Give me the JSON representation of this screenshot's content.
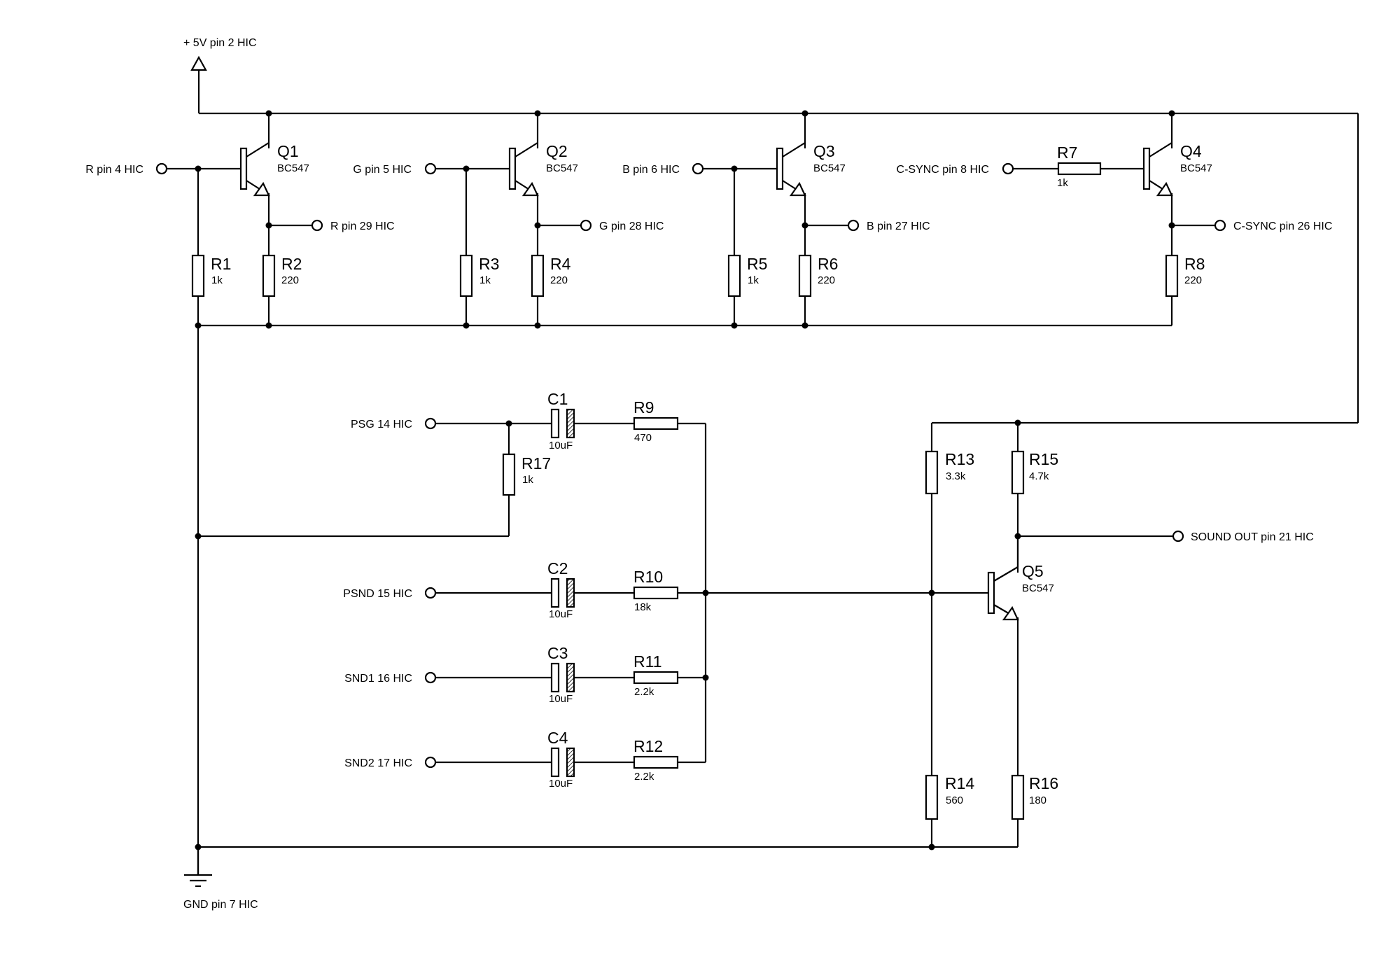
{
  "power": {
    "vcc_label": "+ 5V pin 2 HIC",
    "gnd_label": "GND pin 7 HIC"
  },
  "transistors": [
    {
      "ref": "Q1",
      "value": "BC547"
    },
    {
      "ref": "Q2",
      "value": "BC547"
    },
    {
      "ref": "Q3",
      "value": "BC547"
    },
    {
      "ref": "Q4",
      "value": "BC547"
    },
    {
      "ref": "Q5",
      "value": "BC547"
    }
  ],
  "resistors": [
    {
      "ref": "R1",
      "value": "1k"
    },
    {
      "ref": "R2",
      "value": "220"
    },
    {
      "ref": "R3",
      "value": "1k"
    },
    {
      "ref": "R4",
      "value": "220"
    },
    {
      "ref": "R5",
      "value": "1k"
    },
    {
      "ref": "R6",
      "value": "220"
    },
    {
      "ref": "R7",
      "value": "1k"
    },
    {
      "ref": "R8",
      "value": "220"
    },
    {
      "ref": "R9",
      "value": "470"
    },
    {
      "ref": "R10",
      "value": "18k"
    },
    {
      "ref": "R11",
      "value": "2.2k"
    },
    {
      "ref": "R12",
      "value": "2.2k"
    },
    {
      "ref": "R13",
      "value": "3.3k"
    },
    {
      "ref": "R14",
      "value": "560"
    },
    {
      "ref": "R15",
      "value": "4.7k"
    },
    {
      "ref": "R16",
      "value": "180"
    },
    {
      "ref": "R17",
      "value": "1k"
    }
  ],
  "capacitors": [
    {
      "ref": "C1",
      "value": "10uF"
    },
    {
      "ref": "C2",
      "value": "10uF"
    },
    {
      "ref": "C3",
      "value": "10uF"
    },
    {
      "ref": "C4",
      "value": "10uF"
    }
  ],
  "video_inputs": [
    "R pin 4 HIC",
    "G pin 5 HIC",
    "B pin 6 HIC",
    "C-SYNC pin 8 HIC"
  ],
  "video_outputs": [
    "R pin 29 HIC",
    "G pin 28 HIC",
    "B pin 27 HIC",
    "C-SYNC pin 26 HIC"
  ],
  "audio_inputs": [
    "PSG 14 HIC",
    "PSND 15 HIC",
    "SND1 16 HIC",
    "SND2 17 HIC"
  ],
  "audio_output": "SOUND OUT pin 21 HIC"
}
